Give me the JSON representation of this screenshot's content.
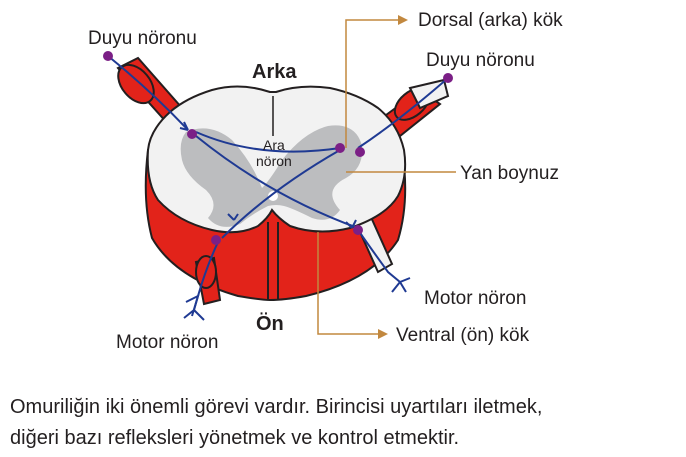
{
  "colors": {
    "red": "#e2231a",
    "dark_red": "#7a0a0a",
    "white_matter": "#f2f2f2",
    "gray_matter": "#bcbdbf",
    "neuron": "#1f3a93",
    "neuron_body": "#7b1f86",
    "leader": "#c2883f",
    "text": "#231f20"
  },
  "labels": {
    "sensory_left": "Duyu nöronu",
    "sensory_right": "Duyu nöronu",
    "dorsal_root": "Dorsal (arka) kök",
    "back": "Arka",
    "interneuron_line1": "Ara",
    "interneuron_line2": "nöron",
    "lateral_horn": "Yan boynuz",
    "motor_right": "Motor nöron",
    "front": "Ön",
    "motor_left": "Motor nöron",
    "ventral_root": "Ventral (ön) kök"
  },
  "caption": {
    "line1": "Omuriliğin iki önemli görevi vardır. Birincisi uyartıları iletmek,",
    "line2": "diğeri bazı refleksleri yönetmek ve kontrol etmektir."
  }
}
